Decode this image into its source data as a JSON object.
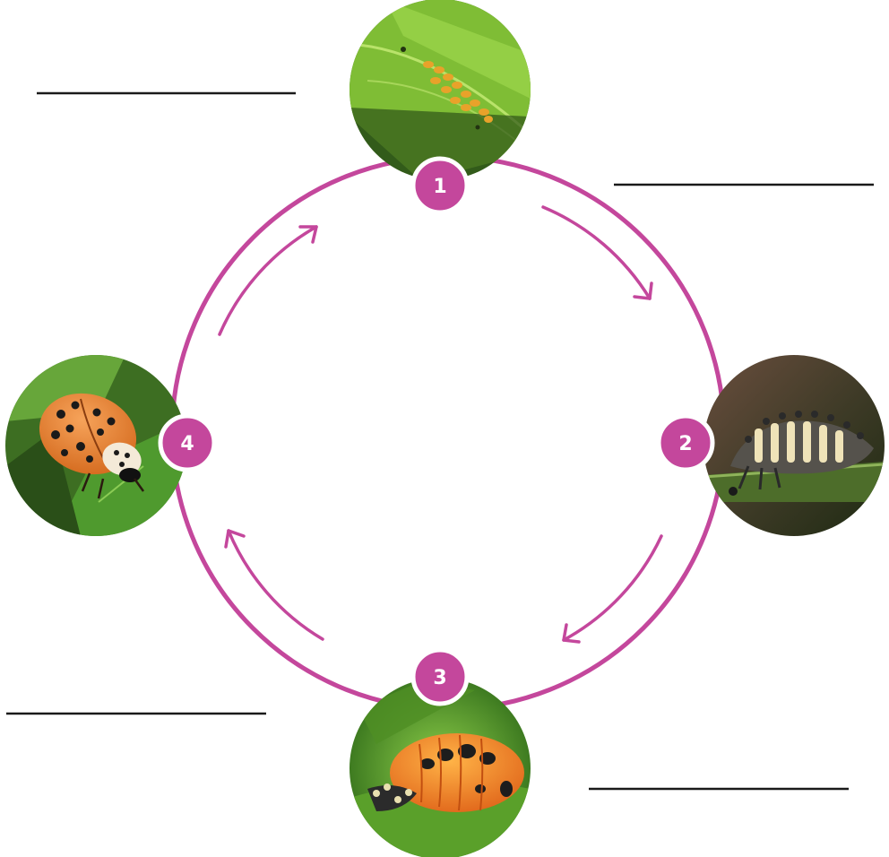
{
  "colors": {
    "cycle": "#c4479c",
    "badge": "#c4479c",
    "badge_text": "#ffffff",
    "answer_line": "#1a1a1a"
  },
  "stages": [
    {
      "number": "1",
      "picture": "ladybug-eggs-on-leaf"
    },
    {
      "number": "2",
      "picture": "ladybug-larva-on-leaf"
    },
    {
      "number": "3",
      "picture": "ladybug-pupa-on-leaf"
    },
    {
      "number": "4",
      "picture": "adult-ladybug-on-leaf"
    }
  ],
  "answer_lines": [
    {
      "id": "top-left",
      "value": ""
    },
    {
      "id": "top-right",
      "value": ""
    },
    {
      "id": "bottom-left",
      "value": ""
    },
    {
      "id": "bottom-right",
      "value": ""
    }
  ]
}
